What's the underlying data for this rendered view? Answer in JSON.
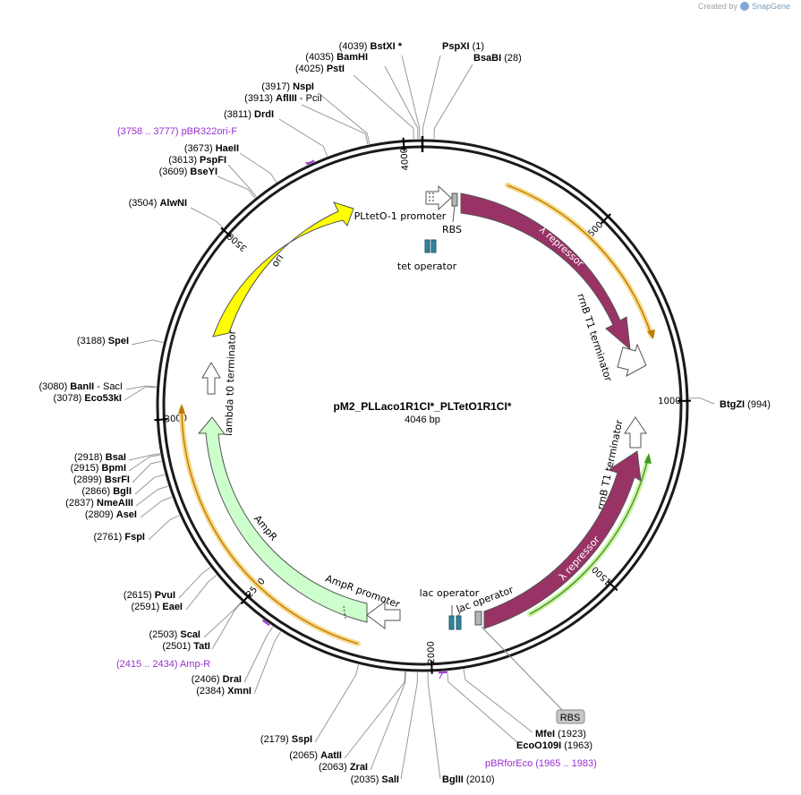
{
  "brand": {
    "created_by": "Created by",
    "name": "SnapGene"
  },
  "plasmid": {
    "name": "pM2_PLLaco1R1CI*_PLTetO1R1CI*",
    "size_text": "4046 bp",
    "length": 4046
  },
  "ticks": [
    "500",
    "1000",
    "1500",
    "2000",
    "2500",
    "3000",
    "3500",
    "4000"
  ],
  "sites": [
    {
      "pos": "(4039)",
      "name": "BstXI *"
    },
    {
      "pos": "(4035)",
      "name": "BamHI"
    },
    {
      "pos": "(4025)",
      "name": "PstI"
    },
    {
      "pos": "(3917)",
      "name": "NspI"
    },
    {
      "pos": "(3913)",
      "name": "AflIII",
      "name2": " - PciI"
    },
    {
      "pos": "(3811)",
      "name": "DrdI"
    },
    {
      "pos": "(3673)",
      "name": "HaeII"
    },
    {
      "pos": "(3613)",
      "name": "PspFI"
    },
    {
      "pos": "(3609)",
      "name": "BseYI"
    },
    {
      "pos": "(3504)",
      "name": "AlwNI"
    },
    {
      "pos": "(3188)",
      "name": "SpeI"
    },
    {
      "pos": "(3080)",
      "name": "BanII",
      "name2": " - SacI"
    },
    {
      "pos": "(3078)",
      "name": "Eco53kI"
    },
    {
      "pos": "(2918)",
      "name": "BsaI"
    },
    {
      "pos": "(2915)",
      "name": "BpmI"
    },
    {
      "pos": "(2899)",
      "name": "BsrFI"
    },
    {
      "pos": "(2866)",
      "name": "BglI"
    },
    {
      "pos": "(2837)",
      "name": "NmeAIII"
    },
    {
      "pos": "(2809)",
      "name": "AseI"
    },
    {
      "pos": "(2761)",
      "name": "FspI"
    },
    {
      "pos": "(2615)",
      "name": "PvuI"
    },
    {
      "pos": "(2591)",
      "name": "EaeI"
    },
    {
      "pos": "(2503)",
      "name": "ScaI"
    },
    {
      "pos": "(2501)",
      "name": "TatI"
    },
    {
      "pos": "(2406)",
      "name": "DraI"
    },
    {
      "pos": "(2384)",
      "name": "XmnI"
    },
    {
      "pos": "(2179)",
      "name": "SspI"
    },
    {
      "pos": "(2065)",
      "name": "AatII"
    },
    {
      "pos": "(2063)",
      "name": "ZraI"
    },
    {
      "pos": "(2035)",
      "name": "SalI"
    },
    {
      "pos": "(2010)",
      "name": "BglII"
    },
    {
      "pos": "(1963)",
      "name": "EcoO109I"
    },
    {
      "pos": "(1923)",
      "name": "MfeI"
    },
    {
      "pos": "(994)",
      "name": "BtgZI"
    },
    {
      "pos": "(1)",
      "name": "PspXI"
    },
    {
      "pos": "(28)",
      "name": "BsaBI"
    }
  ],
  "primers": [
    {
      "range": "(3758 .. 3777)",
      "name": "pBR322ori-F"
    },
    {
      "range": "(2415 .. 2434)",
      "name": "Amp-R"
    },
    {
      "range": "(1965 .. 1983)",
      "name": "pBRforEco"
    }
  ],
  "features": {
    "pltet_promoter": "PLtetO-1 promoter",
    "rbs_top": "RBS",
    "tet_operator": "tet operator",
    "lambda_repressor_top": "λ repressor",
    "rrnb_top": "rrnB T1 terminator",
    "rrnb_bottom": "rrnB T1 terminator",
    "lambda_repressor_bottom": "λ repressor",
    "lac_operator_1": "lac operator",
    "lac_operator_2": "lac operator",
    "rbs_bottom": "RBS",
    "ampr_promoter": "AmpR promoter",
    "ampr": "AmpR",
    "lambda_t0": "lambda t0 terminator",
    "ori": "ori"
  },
  "colors": {
    "ori": "#ffff00",
    "ampr": "#ccffcc",
    "lambda_repressor": "#993366",
    "operator": "#31849b",
    "rbs": "#b5b5b5",
    "primer": "#9b30d0",
    "orf_orange": "#f5c04a",
    "orf_green": "#a8e26b"
  }
}
